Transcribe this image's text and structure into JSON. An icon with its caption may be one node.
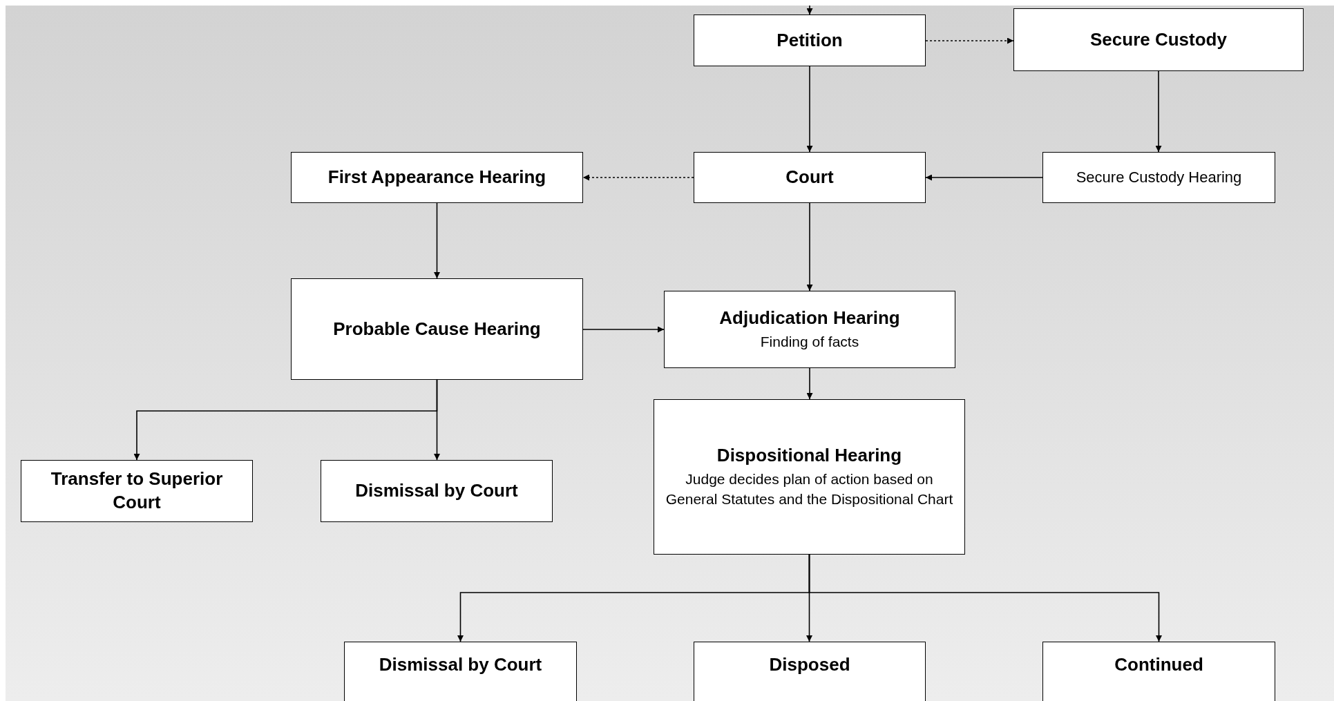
{
  "diagram": {
    "nodes": [
      {
        "text": [
          "Petition"
        ]
      },
      {
        "text": [
          "Secure Custody"
        ]
      },
      {
        "text": [
          "First Appearance Hearing"
        ]
      },
      {
        "text": [
          "Court"
        ]
      },
      {
        "text": [
          "Secure Custody Hearing"
        ]
      },
      {
        "text": [
          "Probable Cause Hearing"
        ]
      },
      {
        "text": [
          "Adjudication Hearing",
          "Finding of facts"
        ]
      },
      {
        "text": [
          "Dispositional Hearing",
          "Judge decides plan of action based on General Statutes and the Dispositional Chart"
        ]
      },
      {
        "text": [
          "Transfer to Superior Court"
        ]
      },
      {
        "text": [
          "Dismissal by Court"
        ]
      },
      {
        "text": [
          "Dismissal by Court"
        ]
      },
      {
        "text": [
          "Disposed"
        ]
      },
      {
        "text": [
          "Continued"
        ]
      }
    ],
    "edges": [
      {
        "from": null,
        "to": 0,
        "arrow": "to"
      },
      {
        "from": 0,
        "to": 1,
        "arrow": "to",
        "style": "dashed"
      },
      {
        "from": 0,
        "to": 3,
        "arrow": "to"
      },
      {
        "from": 1,
        "to": 4,
        "arrow": "to"
      },
      {
        "from": 4,
        "to": 3,
        "arrow": "to"
      },
      {
        "from": 3,
        "to": 2,
        "arrow": "to",
        "style": "dashed"
      },
      {
        "from": 2,
        "to": 5,
        "arrow": "to"
      },
      {
        "from": 3,
        "to": 6,
        "arrow": "to"
      },
      {
        "from": 5,
        "to": 6,
        "arrow": "to"
      },
      {
        "from": 6,
        "to": 7,
        "arrow": "to"
      },
      {
        "from": 5,
        "to": 8,
        "arrow": "to"
      },
      {
        "from": 5,
        "to": 9,
        "arrow": "to"
      },
      {
        "from": 7,
        "to": 10,
        "arrow": "to"
      },
      {
        "from": 7,
        "to": 11,
        "arrow": "to"
      },
      {
        "from": 7,
        "to": 12,
        "arrow": "to"
      }
    ]
  }
}
